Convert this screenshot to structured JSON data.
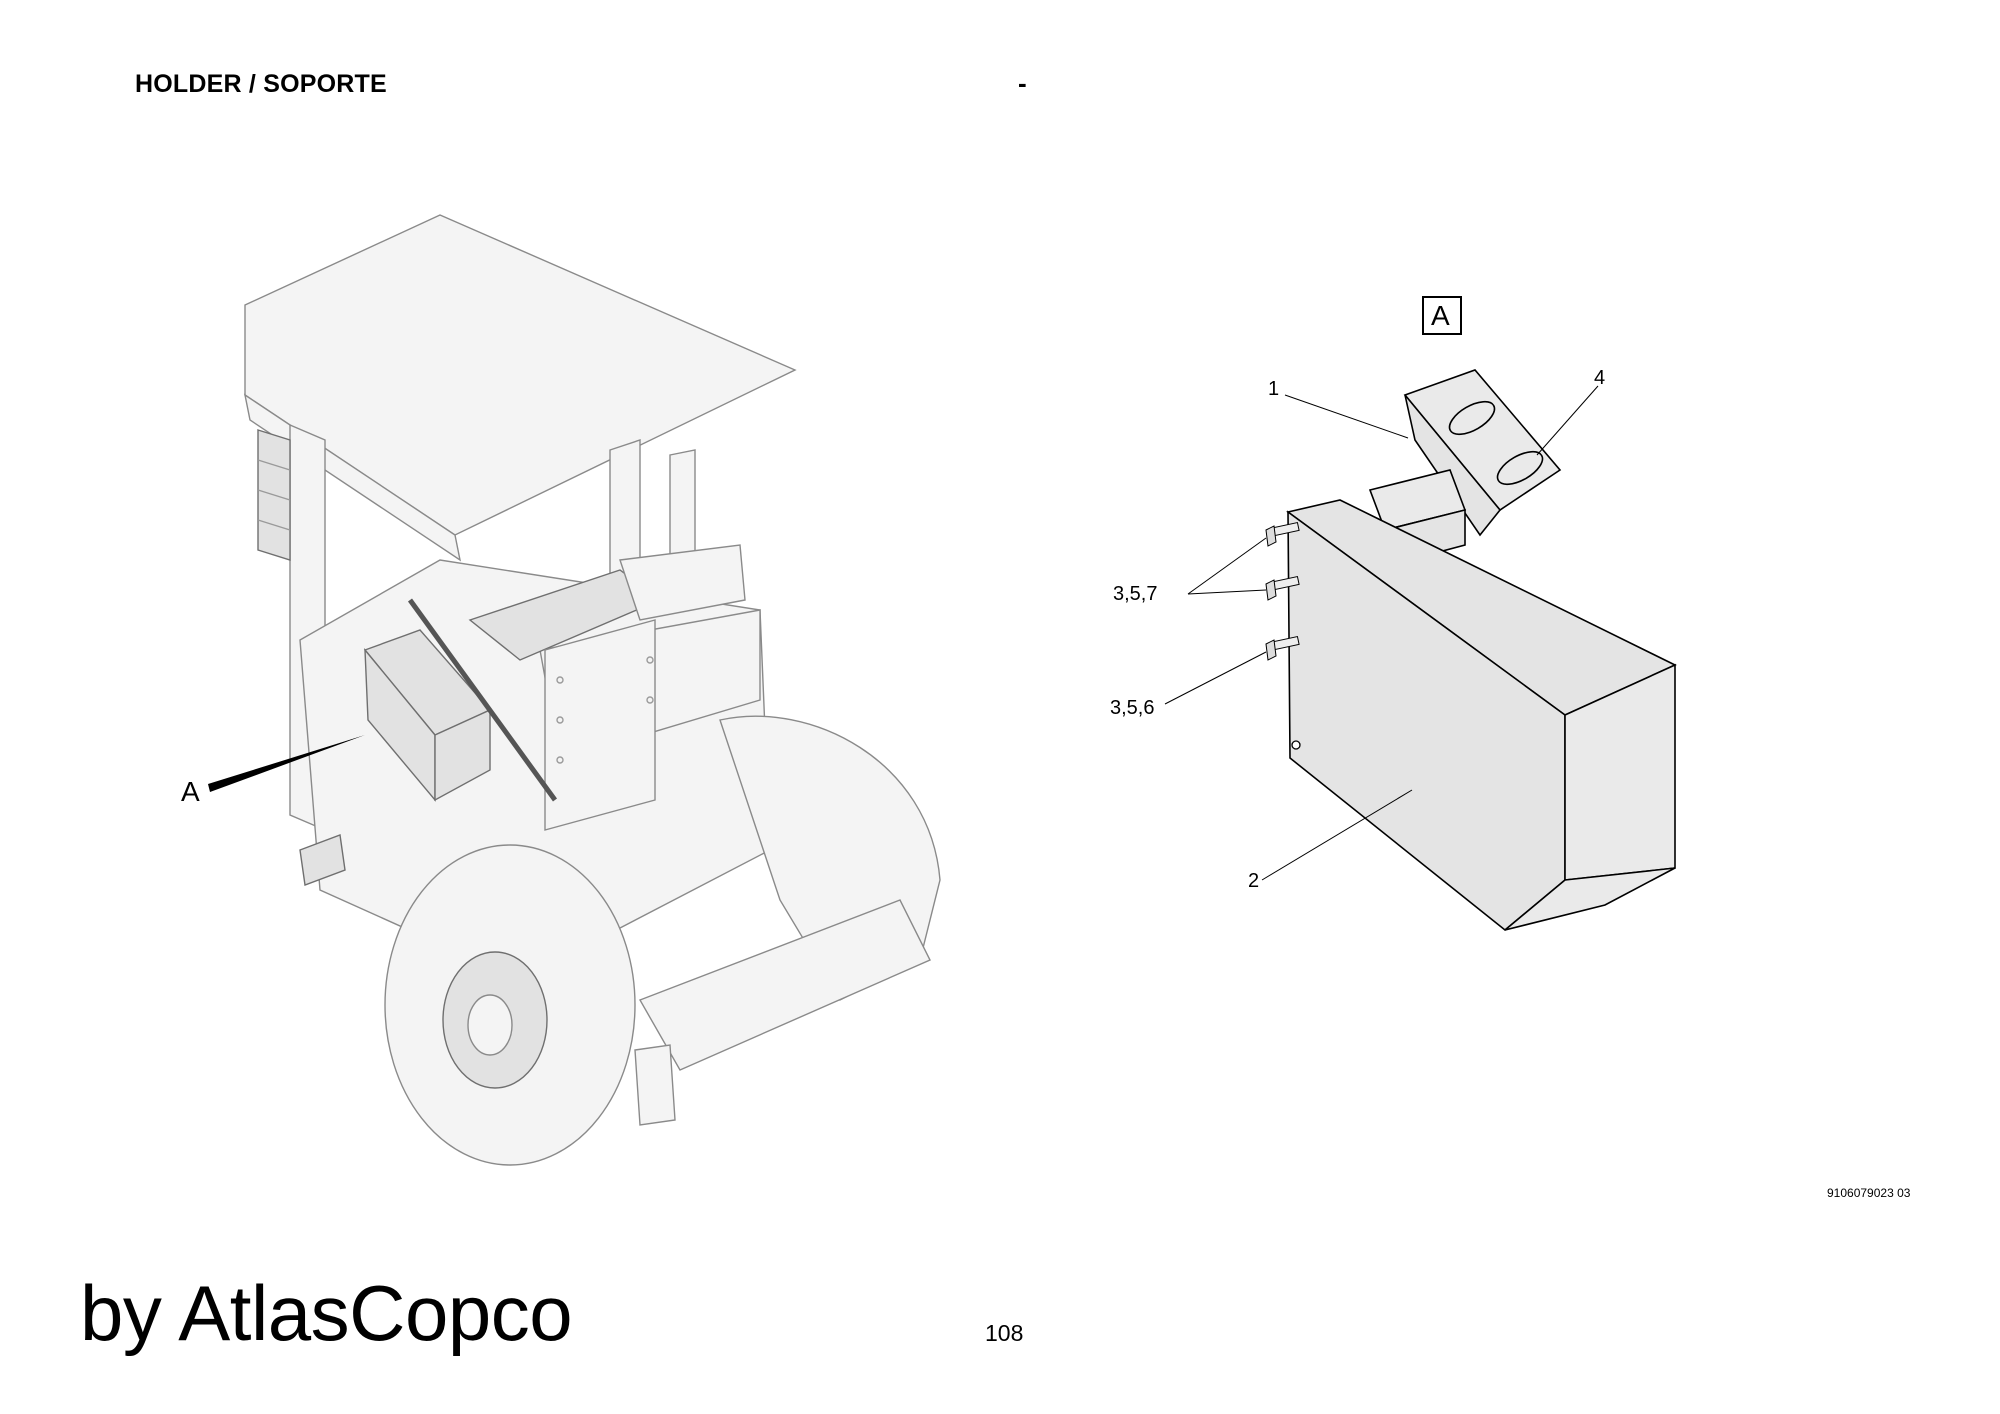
{
  "header": {
    "title": "HOLDER / SOPORTE",
    "separator": "-"
  },
  "figure": {
    "overview_callout": "A",
    "detail_view_label": "A",
    "callouts": {
      "holder": "1",
      "box": "2",
      "clamp": "4",
      "bolts_upper": "3,5,7",
      "bolts_lower": "3,5,6"
    },
    "document_number": "9106079023 03"
  },
  "footer": {
    "watermark": "by AtlasCopco",
    "page_number": "108"
  }
}
